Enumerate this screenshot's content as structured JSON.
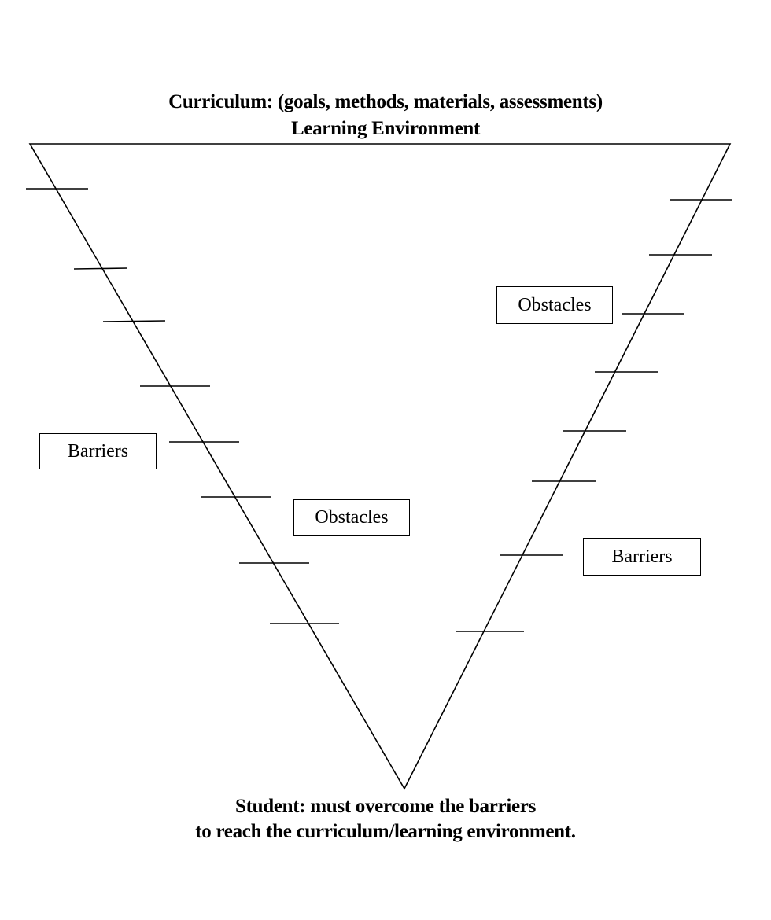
{
  "header": {
    "line1": "Curriculum:  (goals, methods, materials, assessments)",
    "line2": "Learning Environment"
  },
  "footer": {
    "line1": "Student: must overcome the barriers",
    "line2": "to reach the curriculum/learning environment."
  },
  "labels": {
    "obstacles_upper_right": "Obstacles",
    "barriers_left": "Barriers",
    "obstacles_center": "Obstacles",
    "barriers_lower_right": "Barriers"
  },
  "colors": {
    "line": "#000000",
    "background": "#ffffff"
  }
}
